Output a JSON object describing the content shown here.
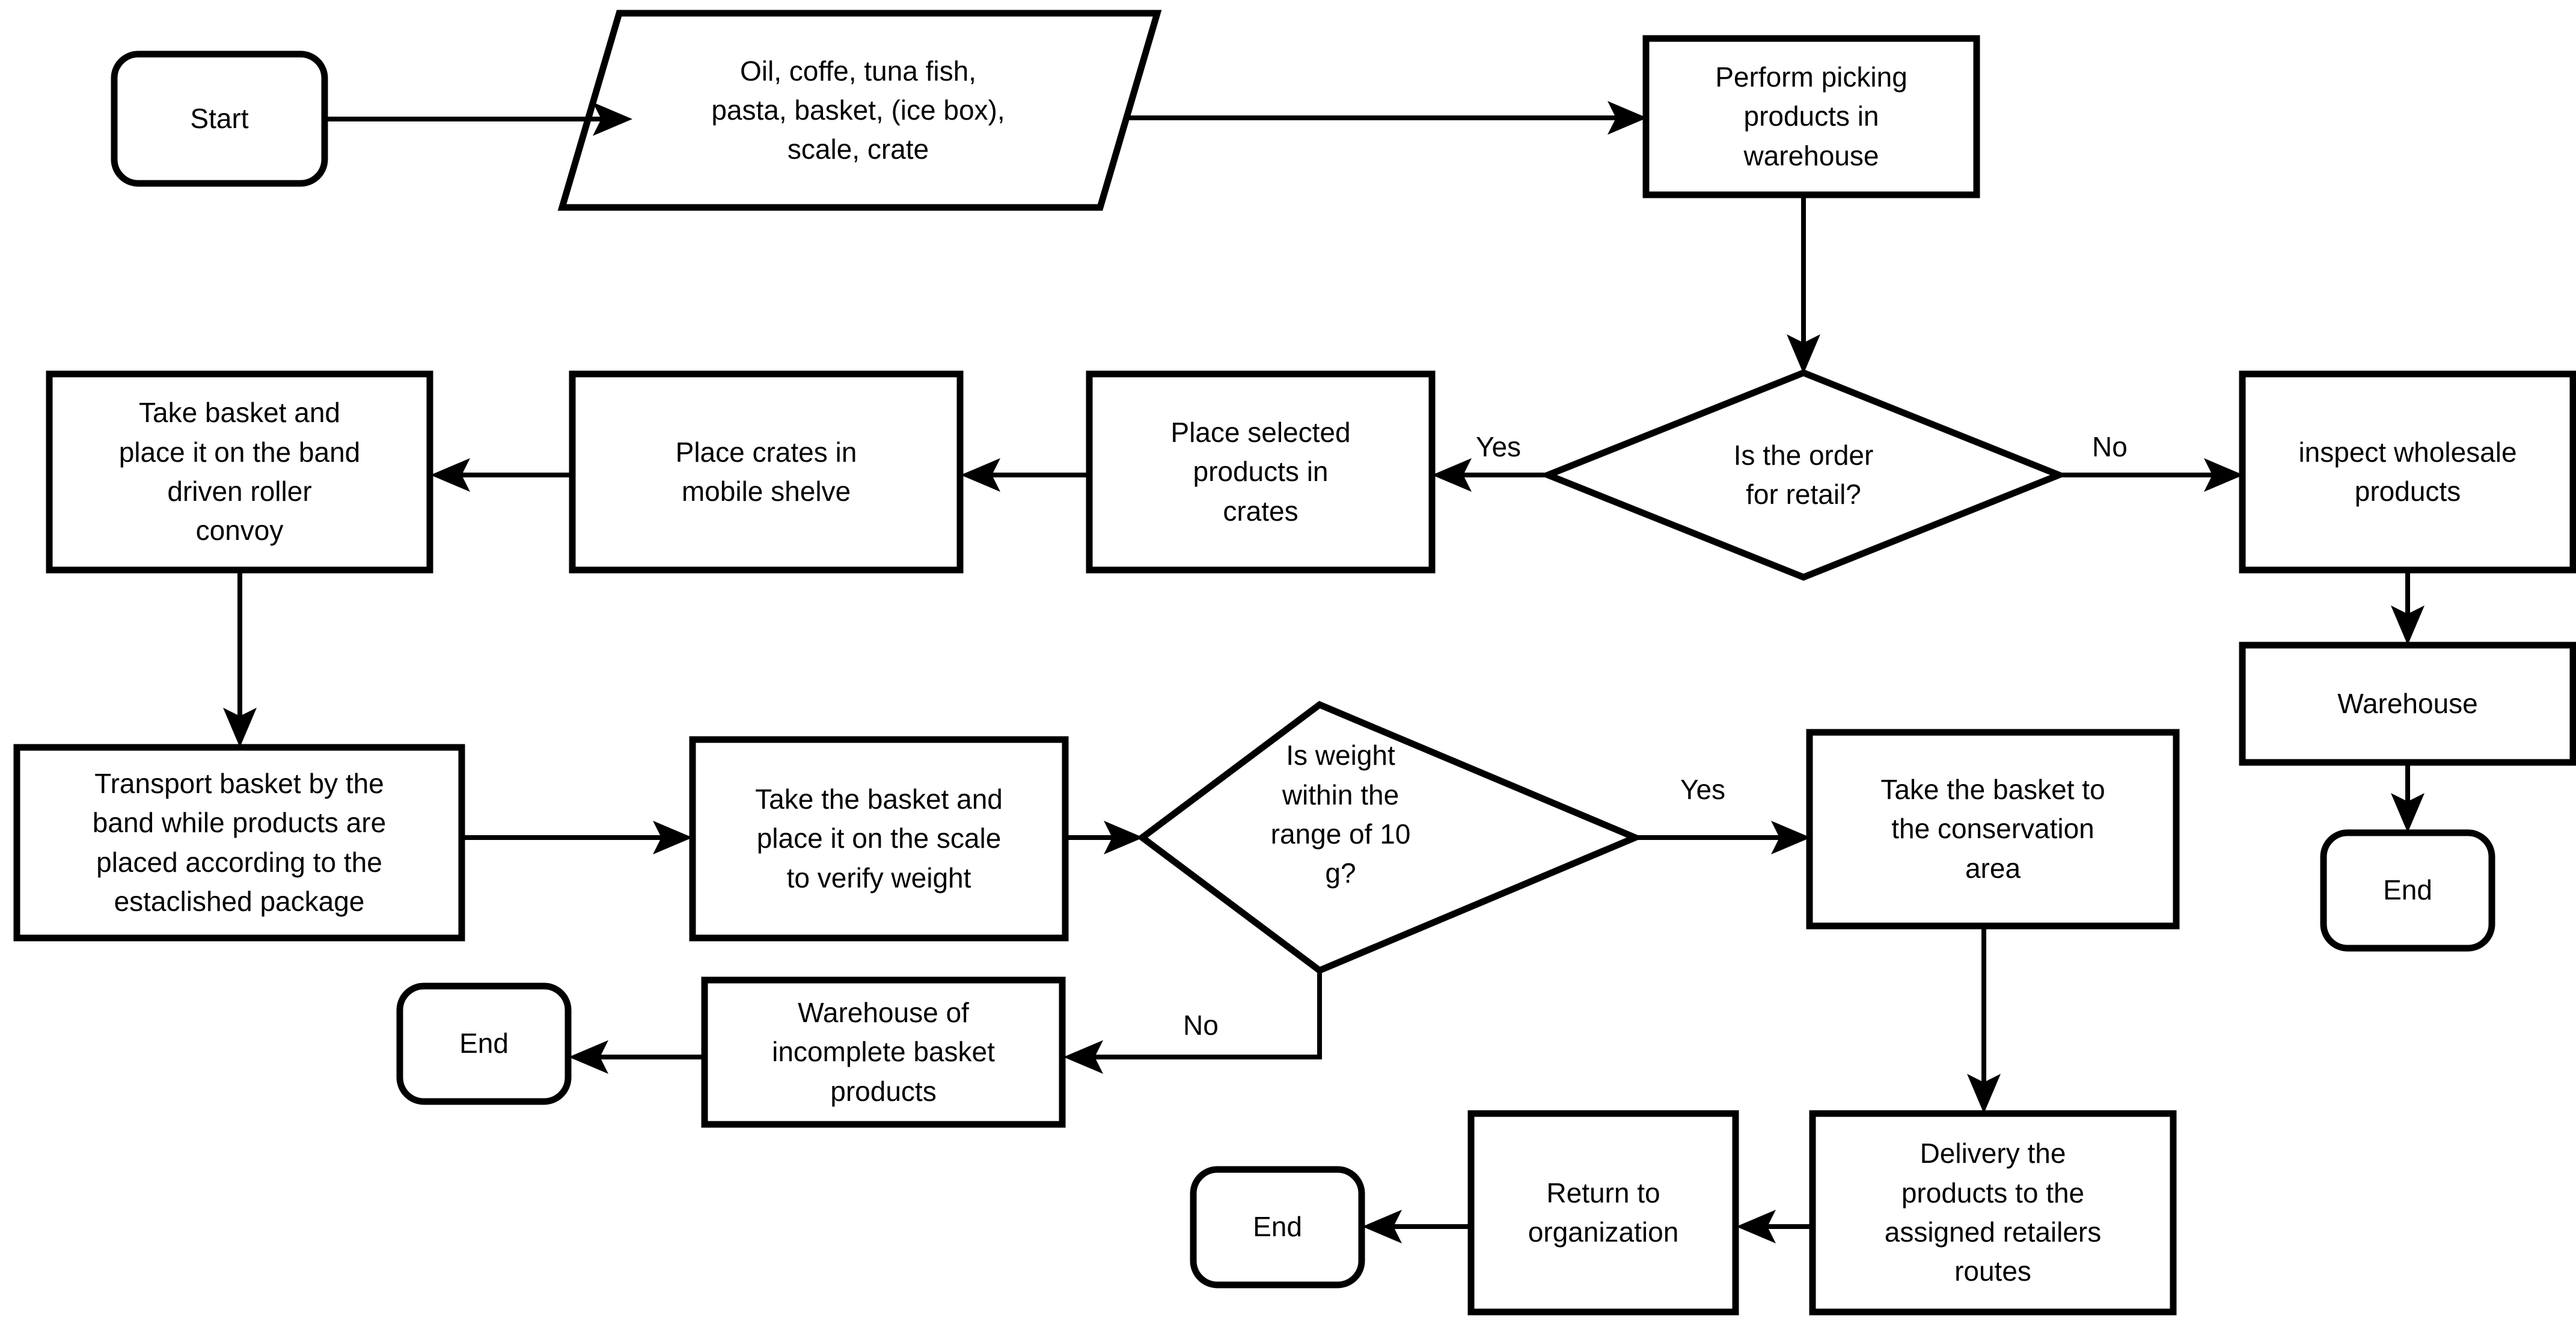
{
  "diagram": {
    "type": "flowchart",
    "title": "Order picking and delivery process flowchart",
    "background_color": "#ffffff",
    "line_color": "#000000",
    "text_color": "#000000"
  },
  "nodes": [
    {
      "id": "start",
      "shape": "terminator",
      "label": "Start"
    },
    {
      "id": "materials",
      "shape": "parallelogram",
      "label": "Oil, coffe, tuna fish,\npasta, basket, (ice box),\nscale, crate"
    },
    {
      "id": "picking",
      "shape": "process",
      "label": "Perform picking\nproducts in\nwarehouse"
    },
    {
      "id": "retail_decision",
      "shape": "decision",
      "label": "Is the order\nfor retail?"
    },
    {
      "id": "place_products",
      "shape": "process",
      "label": "Place selected\nproducts in\ncrates"
    },
    {
      "id": "place_crates",
      "shape": "process",
      "label": "Place crates in\nmobile shelve"
    },
    {
      "id": "take_basket_band",
      "shape": "process",
      "label": "Take basket and\nplace it on the band\ndriven roller\nconvoy"
    },
    {
      "id": "inspect_wholesale",
      "shape": "process",
      "label": "inspect wholesale\nproducts"
    },
    {
      "id": "warehouse",
      "shape": "process",
      "label": "Warehouse"
    },
    {
      "id": "end_wholesale",
      "shape": "terminator",
      "label": "End"
    },
    {
      "id": "transport_basket",
      "shape": "process",
      "label": "Transport basket by the\nband while products are\nplaced according to the\nestaclished package"
    },
    {
      "id": "verify_weight",
      "shape": "process",
      "label": "Take the basket and\nplace it on the scale\nto verify weight"
    },
    {
      "id": "weight_decision",
      "shape": "decision",
      "label": "Is weight\nwithin the\nrange of 10\ng?"
    },
    {
      "id": "conservation",
      "shape": "process",
      "label": "Take the basket to\nthe conservation\narea"
    },
    {
      "id": "incomplete_wh",
      "shape": "process",
      "label": "Warehouse of\nincomplete basket\nproducts"
    },
    {
      "id": "end_incomplete",
      "shape": "terminator",
      "label": "End"
    },
    {
      "id": "delivery",
      "shape": "process",
      "label": "Delivery the\nproducts to the\nassigned retailers\nroutes"
    },
    {
      "id": "return_org",
      "shape": "process",
      "label": "Return to\norganization"
    },
    {
      "id": "end_delivery",
      "shape": "terminator",
      "label": "End"
    }
  ],
  "edges": [
    {
      "from": "start",
      "to": "materials",
      "label": ""
    },
    {
      "from": "materials",
      "to": "picking",
      "label": ""
    },
    {
      "from": "picking",
      "to": "retail_decision",
      "label": ""
    },
    {
      "from": "retail_decision",
      "to": "place_products",
      "label": "Yes"
    },
    {
      "from": "retail_decision",
      "to": "inspect_wholesale",
      "label": "No"
    },
    {
      "from": "place_products",
      "to": "place_crates",
      "label": ""
    },
    {
      "from": "place_crates",
      "to": "take_basket_band",
      "label": ""
    },
    {
      "from": "take_basket_band",
      "to": "transport_basket",
      "label": ""
    },
    {
      "from": "inspect_wholesale",
      "to": "warehouse",
      "label": ""
    },
    {
      "from": "warehouse",
      "to": "end_wholesale",
      "label": ""
    },
    {
      "from": "transport_basket",
      "to": "verify_weight",
      "label": ""
    },
    {
      "from": "verify_weight",
      "to": "weight_decision",
      "label": ""
    },
    {
      "from": "weight_decision",
      "to": "conservation",
      "label": "Yes"
    },
    {
      "from": "weight_decision",
      "to": "incomplete_wh",
      "label": "No"
    },
    {
      "from": "incomplete_wh",
      "to": "end_incomplete",
      "label": ""
    },
    {
      "from": "conservation",
      "to": "delivery",
      "label": ""
    },
    {
      "from": "delivery",
      "to": "return_org",
      "label": ""
    },
    {
      "from": "return_org",
      "to": "end_delivery",
      "label": ""
    }
  ],
  "edge_labels": {
    "retail_yes": "Yes",
    "retail_no": "No",
    "weight_yes": "Yes",
    "weight_no": "No"
  }
}
